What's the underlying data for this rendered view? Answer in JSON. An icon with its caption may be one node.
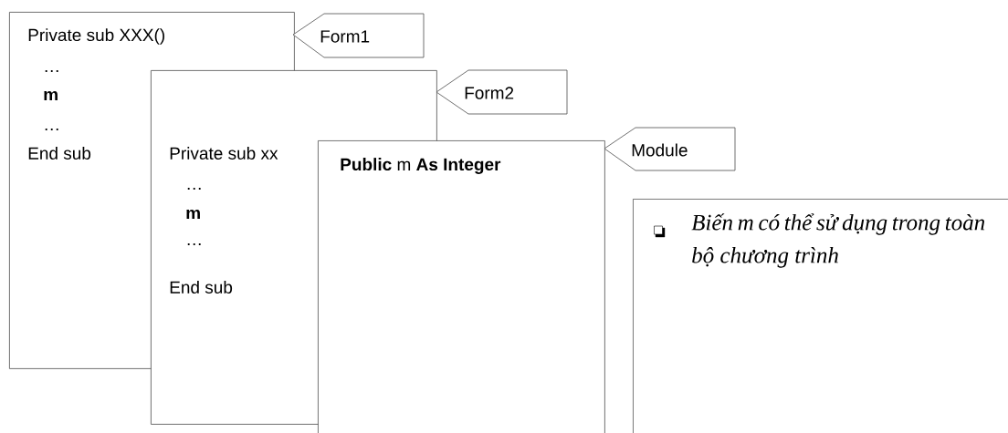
{
  "diagram": {
    "nodes": [
      {
        "text": [
          "Private sub XXX()",
          "…",
          "m",
          "…",
          "End sub"
        ]
      },
      {
        "text": [
          "Form1"
        ]
      },
      {
        "text": [
          "Private sub xx",
          "…",
          "m",
          "…",
          "End sub"
        ]
      },
      {
        "text": [
          "Form2"
        ]
      },
      {
        "text": [
          "**Public** m **As Integer**"
        ]
      },
      {
        "text": [
          "Module"
        ]
      },
      {
        "text": [
          "Biến m có thể sử dụng trong toàn bộ chương trình"
        ]
      }
    ]
  }
}
